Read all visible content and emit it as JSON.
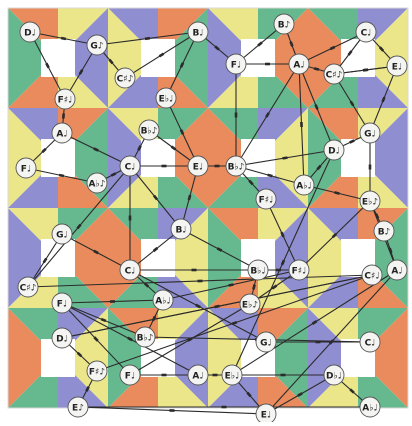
{
  "colors": {
    "orange": "#e98b5c",
    "yellow": "#ece68a",
    "green": "#66b88e",
    "purple": "#8f8ed1",
    "square": "#ffffff",
    "node_fill": "#f4f4f2",
    "line": "#2b2b2b"
  },
  "nodes": [
    {
      "id": "n1",
      "label": "D♩"
    },
    {
      "id": "n2",
      "label": "G♪"
    },
    {
      "id": "n3",
      "label": "B♩"
    },
    {
      "id": "n4",
      "label": "B♪"
    },
    {
      "id": "n5",
      "label": "C♩"
    },
    {
      "id": "n6",
      "label": "F♯♩"
    },
    {
      "id": "n7",
      "label": "C♯♪"
    },
    {
      "id": "n8",
      "label": "E♭♩"
    },
    {
      "id": "n9",
      "label": "F♩"
    },
    {
      "id": "n10",
      "label": "A♩"
    },
    {
      "id": "n11",
      "label": "C♯♪"
    },
    {
      "id": "n12",
      "label": "E♩"
    },
    {
      "id": "n13",
      "label": "A♩"
    },
    {
      "id": "n14",
      "label": "B♭♪"
    },
    {
      "id": "n15",
      "label": "G♩"
    },
    {
      "id": "n16",
      "label": "F♩"
    },
    {
      "id": "n17",
      "label": "C♩"
    },
    {
      "id": "n18",
      "label": "E♩"
    },
    {
      "id": "n19",
      "label": "B♭♪"
    },
    {
      "id": "n20",
      "label": "D♩"
    },
    {
      "id": "n21",
      "label": "A♭♪"
    },
    {
      "id": "n22",
      "label": "A♭♩"
    },
    {
      "id": "n23",
      "label": "F♯♩"
    },
    {
      "id": "n24",
      "label": "E♭♪"
    },
    {
      "id": "n25",
      "label": "G♩"
    },
    {
      "id": "n26",
      "label": "B♩"
    },
    {
      "id": "n27",
      "label": "B♪"
    },
    {
      "id": "n28",
      "label": "C♯♪"
    },
    {
      "id": "n29",
      "label": "C♩"
    },
    {
      "id": "n30",
      "label": "B♭♩"
    },
    {
      "id": "n31",
      "label": "F♯♩"
    },
    {
      "id": "n32",
      "label": "A♩"
    },
    {
      "id": "n33",
      "label": "E♭♪"
    },
    {
      "id": "n34",
      "label": "A♭♩"
    },
    {
      "id": "n35",
      "label": "F♩"
    },
    {
      "id": "n36",
      "label": "C♯♩"
    },
    {
      "id": "n37",
      "label": "D♩"
    },
    {
      "id": "n38",
      "label": "G♩"
    },
    {
      "id": "n39",
      "label": "C♩"
    },
    {
      "id": "n40",
      "label": "B♭♪"
    },
    {
      "id": "n41",
      "label": "F♯♪"
    },
    {
      "id": "n42",
      "label": "F♩"
    },
    {
      "id": "n43",
      "label": "A♩"
    },
    {
      "id": "n44",
      "label": "E♭♩"
    },
    {
      "id": "n45",
      "label": "D♭♩"
    },
    {
      "id": "n46",
      "label": "E♩"
    },
    {
      "id": "n47",
      "label": "E♪"
    },
    {
      "id": "n48",
      "label": "A♭♩"
    }
  ],
  "edges": [
    [
      "n1",
      "n2"
    ],
    [
      "n2",
      "n3"
    ],
    [
      "n2",
      "n6"
    ],
    [
      "n2",
      "n7"
    ],
    [
      "n1",
      "n6"
    ],
    [
      "n3",
      "n7"
    ],
    [
      "n3",
      "n8"
    ],
    [
      "n3",
      "n9"
    ],
    [
      "n4",
      "n9"
    ],
    [
      "n4",
      "n10"
    ],
    [
      "n5",
      "n10"
    ],
    [
      "n5",
      "n11"
    ],
    [
      "n5",
      "n12"
    ],
    [
      "n9",
      "n10"
    ],
    [
      "n10",
      "n11"
    ],
    [
      "n11",
      "n12"
    ],
    [
      "n12",
      "n15"
    ],
    [
      "n6",
      "n13"
    ],
    [
      "n13",
      "n16"
    ],
    [
      "n13",
      "n17"
    ],
    [
      "n16",
      "n21"
    ],
    [
      "n14",
      "n17"
    ],
    [
      "n14",
      "n18"
    ],
    [
      "n17",
      "n18"
    ],
    [
      "n8",
      "n18"
    ],
    [
      "n9",
      "n19"
    ],
    [
      "n10",
      "n19"
    ],
    [
      "n10",
      "n20"
    ],
    [
      "n10",
      "n22"
    ],
    [
      "n11",
      "n15"
    ],
    [
      "n18",
      "n19"
    ],
    [
      "n19",
      "n20"
    ],
    [
      "n19",
      "n22"
    ],
    [
      "n19",
      "n23"
    ],
    [
      "n20",
      "n15"
    ],
    [
      "n20",
      "n22"
    ],
    [
      "n15",
      "n24"
    ],
    [
      "n22",
      "n24"
    ],
    [
      "n21",
      "n17"
    ],
    [
      "n17",
      "n26"
    ],
    [
      "n18",
      "n26"
    ],
    [
      "n17",
      "n28"
    ],
    [
      "n17",
      "n29"
    ],
    [
      "n25",
      "n28"
    ],
    [
      "n25",
      "n29"
    ],
    [
      "n26",
      "n30"
    ],
    [
      "n26",
      "n29"
    ],
    [
      "n23",
      "n31"
    ],
    [
      "n24",
      "n31"
    ],
    [
      "n24",
      "n27"
    ],
    [
      "n24",
      "n32"
    ],
    [
      "n27",
      "n32"
    ],
    [
      "n30",
      "n33"
    ],
    [
      "n30",
      "n31"
    ],
    [
      "n31",
      "n33"
    ],
    [
      "n31",
      "n34"
    ],
    [
      "n34",
      "n35"
    ],
    [
      "n29",
      "n34"
    ],
    [
      "n29",
      "n30"
    ],
    [
      "n28",
      "n36"
    ],
    [
      "n36",
      "n37"
    ],
    [
      "n36",
      "n41"
    ],
    [
      "n41",
      "n47"
    ],
    [
      "n29",
      "n38"
    ],
    [
      "n38",
      "n39"
    ],
    [
      "n39",
      "n40"
    ],
    [
      "n35",
      "n40"
    ],
    [
      "n35",
      "n42"
    ],
    [
      "n35",
      "n43"
    ],
    [
      "n42",
      "n43"
    ],
    [
      "n43",
      "n44"
    ],
    [
      "n44",
      "n45"
    ],
    [
      "n44",
      "n46"
    ],
    [
      "n45",
      "n46"
    ],
    [
      "n46",
      "n47"
    ],
    [
      "n45",
      "n48"
    ],
    [
      "n47",
      "n48"
    ],
    [
      "n32",
      "n44"
    ],
    [
      "n32",
      "n46"
    ],
    [
      "n20",
      "n44"
    ],
    [
      "n33",
      "n42"
    ],
    [
      "n34",
      "n40"
    ],
    [
      "n36",
      "n37"
    ],
    [
      "n37",
      "n41"
    ],
    [
      "n11",
      "n12"
    ]
  ]
}
